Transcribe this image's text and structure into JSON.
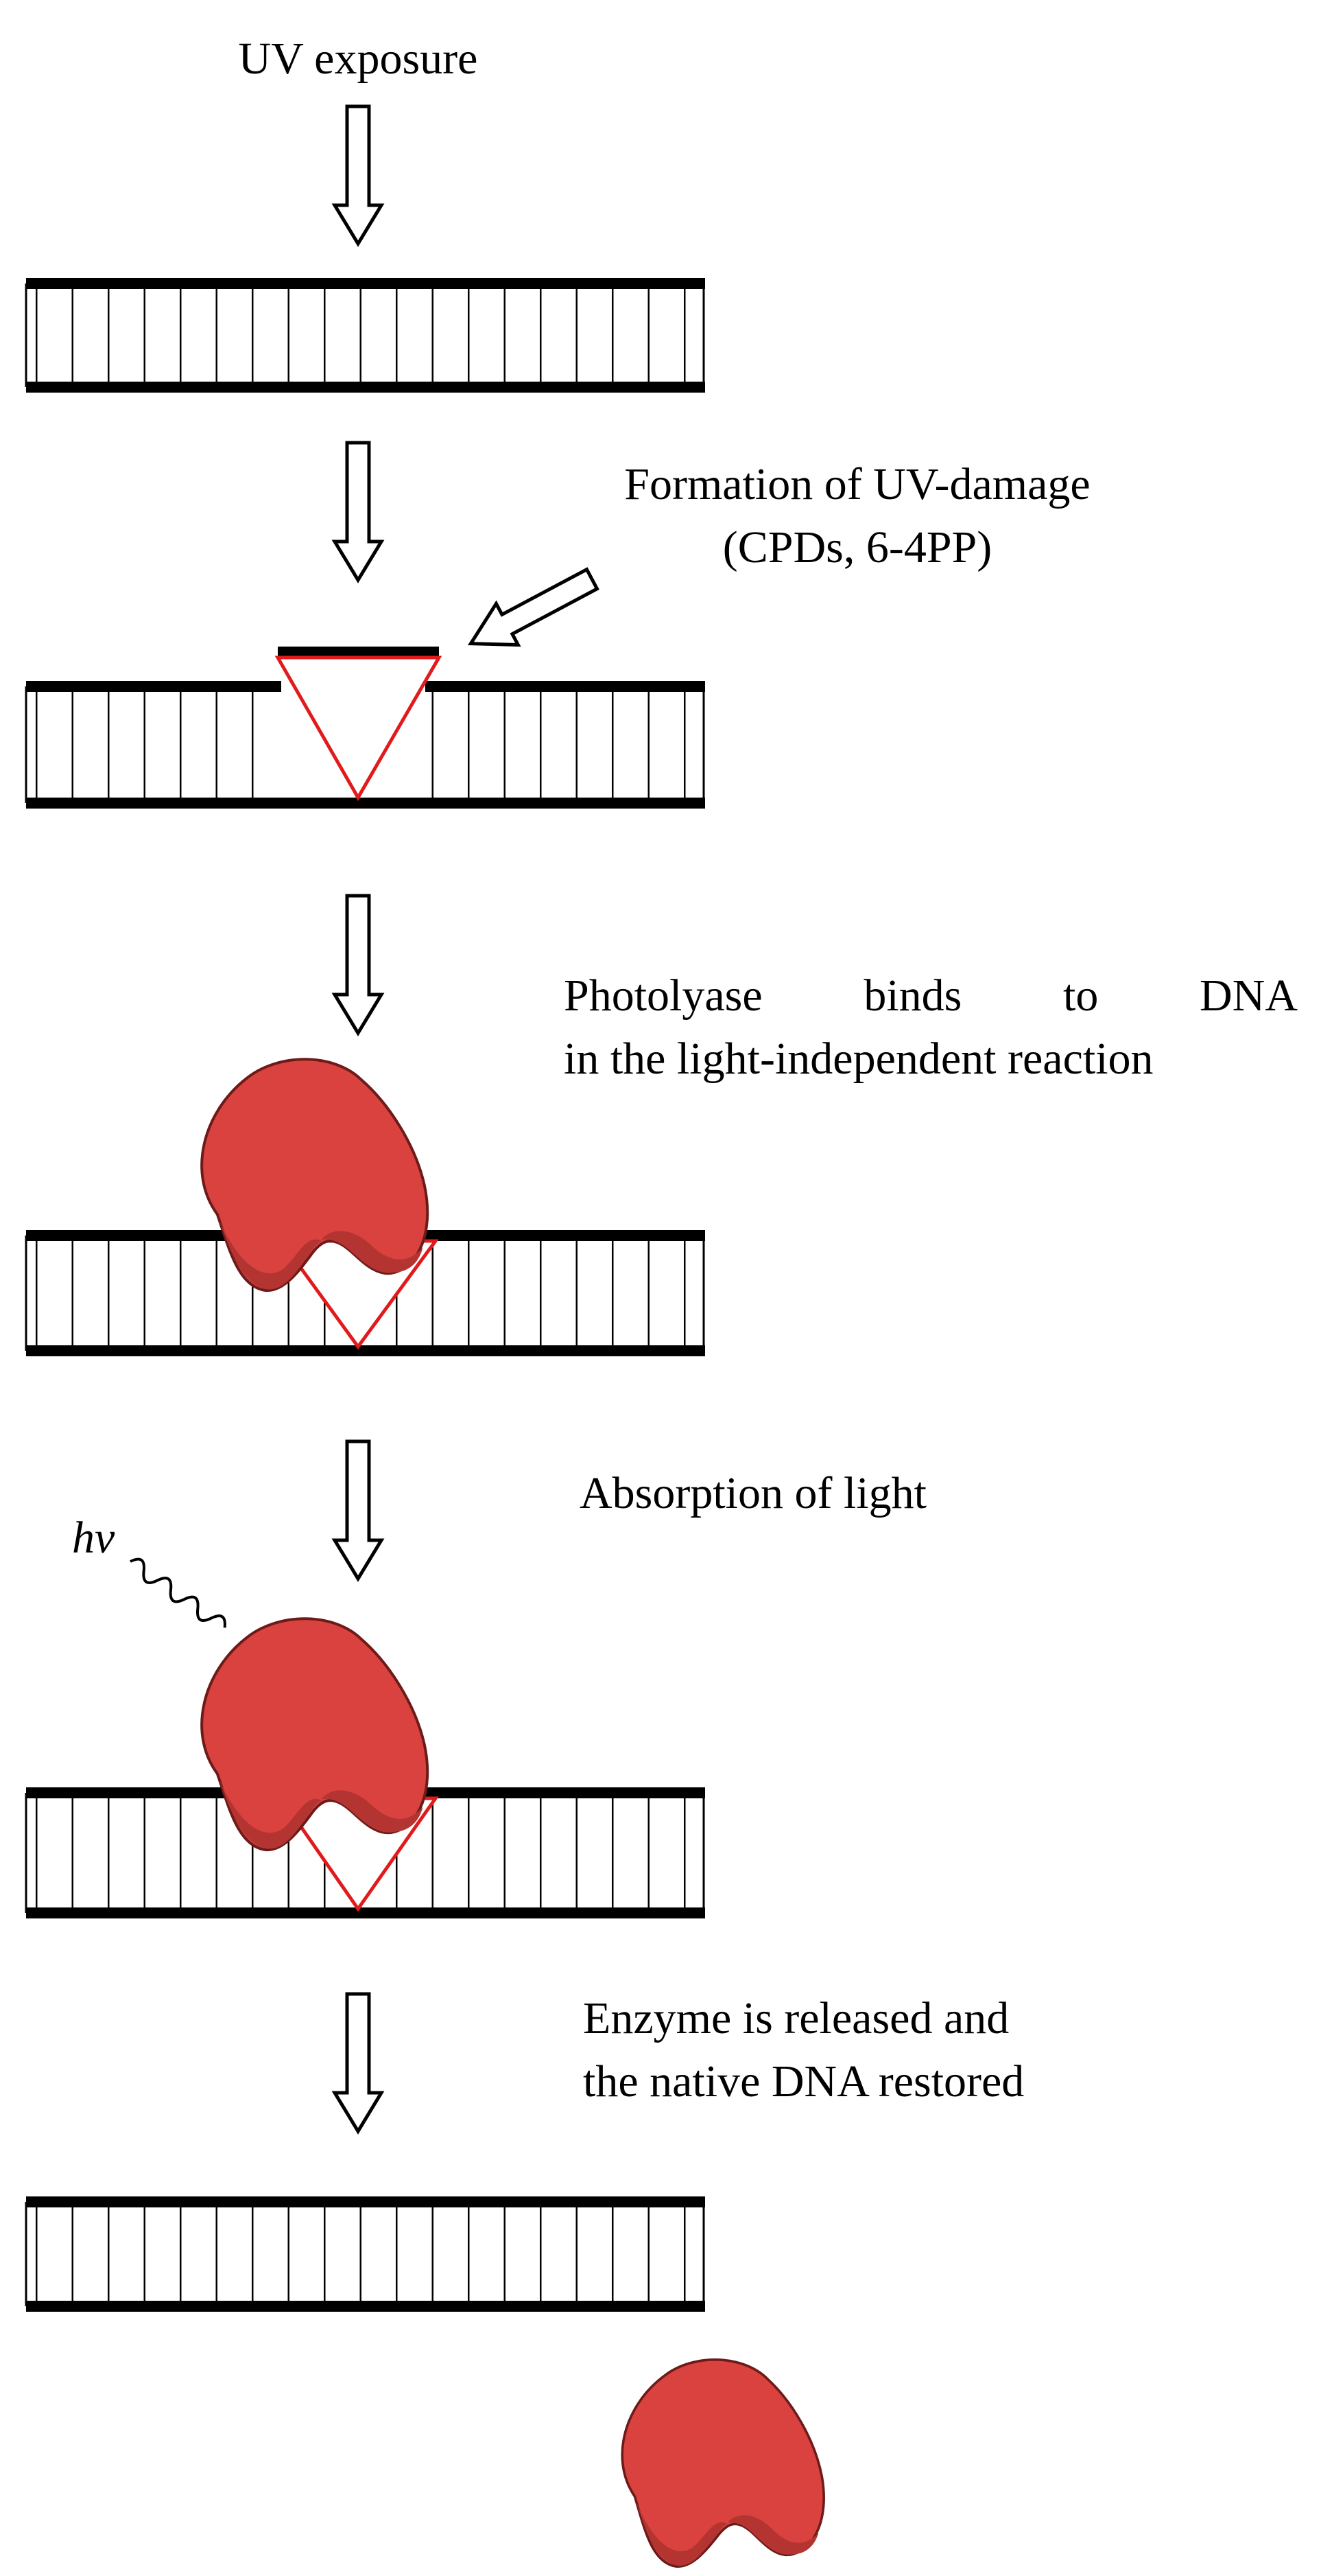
{
  "diagram": {
    "colors": {
      "enzyme": "#d9423f",
      "enzyme_shadow": "#b33431",
      "enzyme_outline": "#6d1b19",
      "damage": "#e11b1b",
      "strand": "#000000",
      "background": "#ffffff"
    },
    "steps": [
      {
        "label": "UV exposure"
      },
      {
        "label_lines": [
          "Formation of UV-damage",
          "(CPDs, 6-4PP)"
        ]
      },
      {
        "label_words": [
          "Photolyase",
          "binds",
          "to",
          "DNA"
        ],
        "label_line2": "in the light-independent reaction"
      },
      {
        "label": "Absorption of light",
        "photon_symbol": "hv"
      },
      {
        "label_lines": [
          "Enzyme is released and",
          "the native DNA restored"
        ]
      }
    ],
    "icons": {
      "step_arrow": "hollow-down-arrow-icon",
      "pointer_arrow": "hollow-diagonal-arrow-icon",
      "photon": "wavy-photon-icon",
      "enzyme": "photolyase-enzyme-icon",
      "lesion": "uv-lesion-triangle-icon"
    }
  }
}
